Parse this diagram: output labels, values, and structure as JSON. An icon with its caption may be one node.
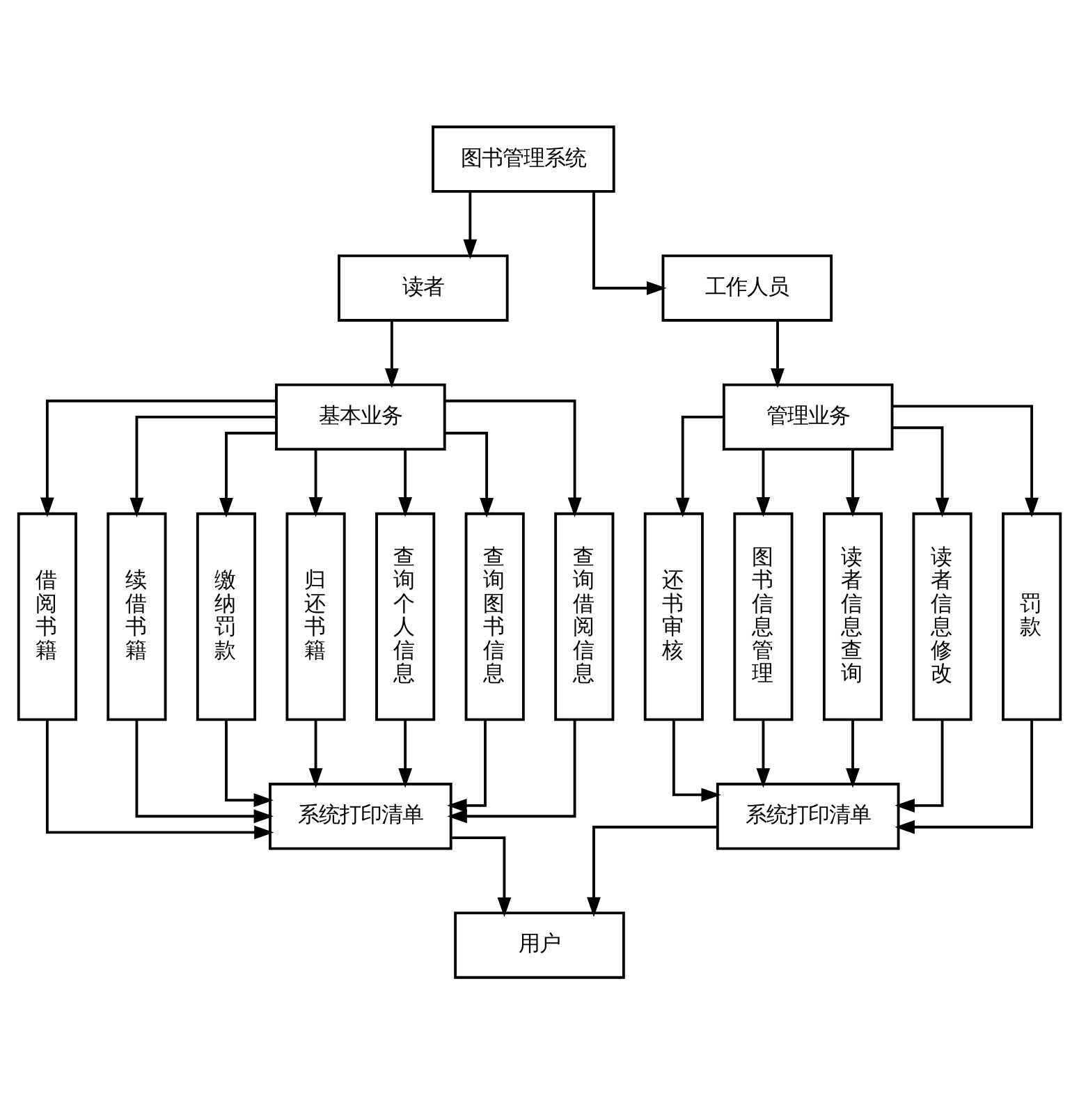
{
  "diagram": {
    "nodes": [
      {
        "text": [
          "图书管理系统"
        ]
      },
      {
        "text": [
          "读者"
        ]
      },
      {
        "text": [
          "工作人员"
        ]
      },
      {
        "text": [
          "基本业务"
        ]
      },
      {
        "text": [
          "管理业务"
        ]
      },
      {
        "text": [
          "借阅书籍"
        ]
      },
      {
        "text": [
          "续借书籍"
        ]
      },
      {
        "text": [
          "缴纳罚款"
        ]
      },
      {
        "text": [
          "归还书籍"
        ]
      },
      {
        "text": [
          "查询个人信息"
        ]
      },
      {
        "text": [
          "查询图书信息"
        ]
      },
      {
        "text": [
          "查询借阅信息"
        ]
      },
      {
        "text": [
          "还书审核"
        ]
      },
      {
        "text": [
          "图书信息管理"
        ]
      },
      {
        "text": [
          "读者信息查询"
        ]
      },
      {
        "text": [
          "读者信息修改"
        ]
      },
      {
        "text": [
          "罚款"
        ]
      },
      {
        "text": [
          "系统打印清单"
        ]
      },
      {
        "text": [
          "系统打印清单"
        ]
      },
      {
        "text": [
          "用户"
        ]
      }
    ],
    "edges": [
      {
        "from": 0,
        "to": 1,
        "arrow": "to"
      },
      {
        "from": 0,
        "to": 2,
        "arrow": "to"
      },
      {
        "from": 1,
        "to": 3,
        "arrow": "to"
      },
      {
        "from": 2,
        "to": 4,
        "arrow": "to"
      },
      {
        "from": 3,
        "to": 5,
        "arrow": "to"
      },
      {
        "from": 3,
        "to": 6,
        "arrow": "to"
      },
      {
        "from": 3,
        "to": 7,
        "arrow": "to"
      },
      {
        "from": 3,
        "to": 8,
        "arrow": "to"
      },
      {
        "from": 3,
        "to": 9,
        "arrow": "to"
      },
      {
        "from": 3,
        "to": 10,
        "arrow": "to"
      },
      {
        "from": 3,
        "to": 11,
        "arrow": "to"
      },
      {
        "from": 4,
        "to": 12,
        "arrow": "to"
      },
      {
        "from": 4,
        "to": 13,
        "arrow": "to"
      },
      {
        "from": 4,
        "to": 14,
        "arrow": "to"
      },
      {
        "from": 4,
        "to": 15,
        "arrow": "to"
      },
      {
        "from": 4,
        "to": 16,
        "arrow": "to"
      },
      {
        "from": 5,
        "to": 17,
        "arrow": "to"
      },
      {
        "from": 6,
        "to": 17,
        "arrow": "to"
      },
      {
        "from": 7,
        "to": 17,
        "arrow": "to"
      },
      {
        "from": 8,
        "to": 17,
        "arrow": "to"
      },
      {
        "from": 9,
        "to": 17,
        "arrow": "to"
      },
      {
        "from": 10,
        "to": 17,
        "arrow": "to"
      },
      {
        "from": 11,
        "to": 17,
        "arrow": "to"
      },
      {
        "from": 12,
        "to": 18,
        "arrow": "to"
      },
      {
        "from": 13,
        "to": 18,
        "arrow": "to"
      },
      {
        "from": 14,
        "to": 18,
        "arrow": "to"
      },
      {
        "from": 15,
        "to": 18,
        "arrow": "to"
      },
      {
        "from": 16,
        "to": 18,
        "arrow": "to"
      },
      {
        "from": 17,
        "to": 19,
        "arrow": "to"
      },
      {
        "from": 18,
        "to": 19,
        "arrow": "to"
      }
    ]
  }
}
